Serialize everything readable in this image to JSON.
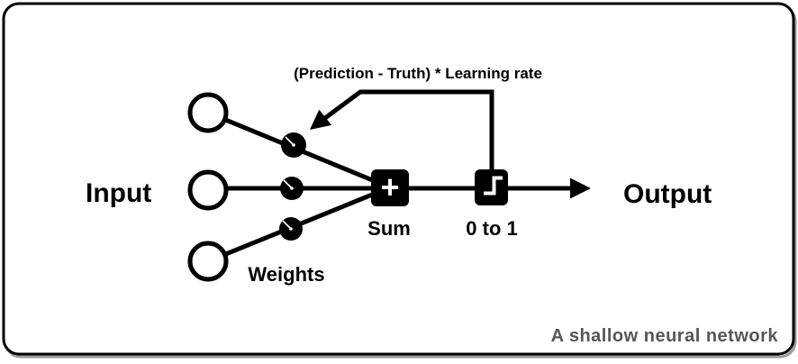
{
  "diagram": {
    "caption": "A shallow neural network",
    "annotation": "(Prediction - Truth) * Learning rate",
    "input_label": "Input",
    "output_label": "Output",
    "weights_label": "Weights",
    "sum_label": "Sum",
    "sum_symbol": "+",
    "threshold_label": "0 to 1",
    "input_node_count": 3,
    "weight_dial_count": 3,
    "icons": {
      "sum": "plus-icon",
      "threshold": "step-function-icon",
      "output": "arrow-right-icon",
      "feedback": "arrow-down-left-icon"
    },
    "colors": {
      "ink": "#000000",
      "caption": "#55565a",
      "background": "#ffffff"
    }
  }
}
